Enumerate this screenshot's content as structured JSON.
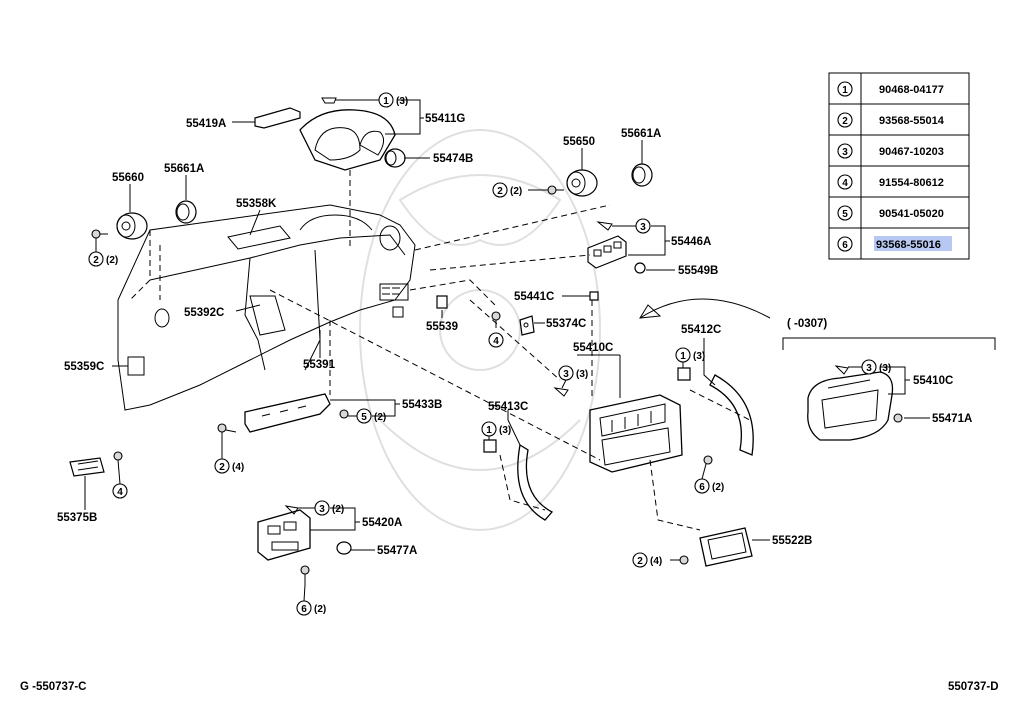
{
  "footer": {
    "left_code": "G -550737-C",
    "right_code": "550737-D"
  },
  "legend_table": {
    "rows": [
      {
        "index": "1",
        "part": "90468-04177"
      },
      {
        "index": "2",
        "part": "93568-55014"
      },
      {
        "index": "3",
        "part": "90467-10203"
      },
      {
        "index": "4",
        "part": "91554-80612"
      },
      {
        "index": "5",
        "part": "90541-05020"
      },
      {
        "index": "6",
        "part": "93568-55016"
      }
    ],
    "highlighted_row": 5
  },
  "date_range_note": "(  -0307)",
  "parts": {
    "p55419A": "55419A",
    "p55411G": "55411G",
    "p55474B": "55474B",
    "p55650": "55650",
    "p55661A_right": "55661A",
    "p55660": "55660",
    "p55661A_left": "55661A",
    "p55358K": "55358K",
    "p55446A": "55446A",
    "p55549B": "55549B",
    "p55441C": "55441C",
    "p55392C": "55392C",
    "p55539": "55539",
    "p55374C": "55374C",
    "p55359C": "55359C",
    "p55391": "55391",
    "p55433B": "55433B",
    "p55412C": "55412C",
    "p55410C_mid": "55410C",
    "p55410C_right": "55410C",
    "p55471A": "55471A",
    "p55413C": "55413C",
    "p55375B": "55375B",
    "p55420A": "55420A",
    "p55477A": "55477A",
    "p55522B": "55522B"
  },
  "callouts": {
    "c1_3_top": {
      "circle": "1",
      "qty": "(3)"
    },
    "c2_2_55650": {
      "circle": "2",
      "qty": "(2)"
    },
    "c2_2_55660": {
      "circle": "2",
      "qty": "(2)"
    },
    "c3_55446A": {
      "circle": "3",
      "qty": ""
    },
    "c4_55374C": {
      "circle": "4",
      "qty": ""
    },
    "c5_2_55433B": {
      "circle": "5",
      "qty": "(2)"
    },
    "c2_4_55433B": {
      "circle": "2",
      "qty": "(4)"
    },
    "c4_55375B": {
      "circle": "4",
      "qty": ""
    },
    "c3_3_55410C": {
      "circle": "3",
      "qty": "(3)"
    },
    "c1_3_55412C": {
      "circle": "1",
      "qty": "(3)"
    },
    "c1_3_55413C": {
      "circle": "1",
      "qty": "(3)"
    },
    "c6_2_mid": {
      "circle": "6",
      "qty": "(2)"
    },
    "c3_2_55420A": {
      "circle": "3",
      "qty": "(2)"
    },
    "c6_2_bottom": {
      "circle": "6",
      "qty": "(2)"
    },
    "c2_4_55522B": {
      "circle": "2",
      "qty": "(4)"
    },
    "c3_3_right": {
      "circle": "3",
      "qty": "(3)"
    }
  }
}
